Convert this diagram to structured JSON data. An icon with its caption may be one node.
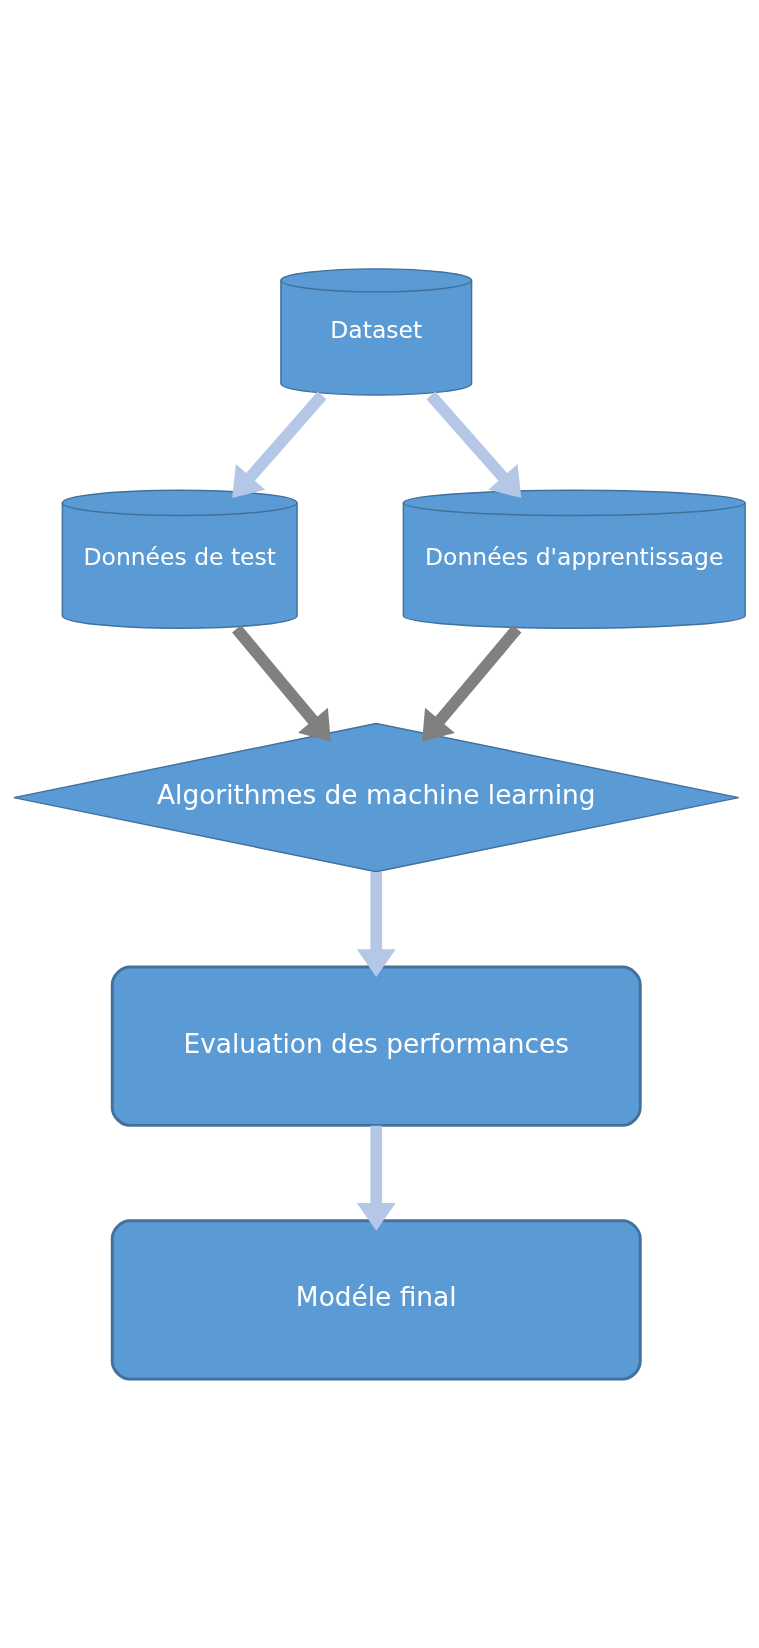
{
  "diagram": {
    "nodes": [
      {
        "text": [
          "Dataset"
        ]
      },
      {
        "text": [
          "Données de test"
        ]
      },
      {
        "text": [
          "Données d'apprentissage"
        ]
      },
      {
        "text": [
          "Algorithmes de machine learning"
        ]
      },
      {
        "text": [
          "Evaluation des performances"
        ]
      },
      {
        "text": [
          "Modéle final"
        ]
      }
    ],
    "edges": [
      {
        "from": 0,
        "to": 1,
        "arrow": "to"
      },
      {
        "from": 0,
        "to": 2,
        "arrow": "to"
      },
      {
        "from": 1,
        "to": 3,
        "arrow": "to",
        "color": "#808080"
      },
      {
        "from": 2,
        "to": 3,
        "arrow": "to",
        "color": "#808080"
      },
      {
        "from": 3,
        "to": 4,
        "arrow": "to"
      },
      {
        "from": 4,
        "to": 5,
        "arrow": "to"
      }
    ]
  }
}
